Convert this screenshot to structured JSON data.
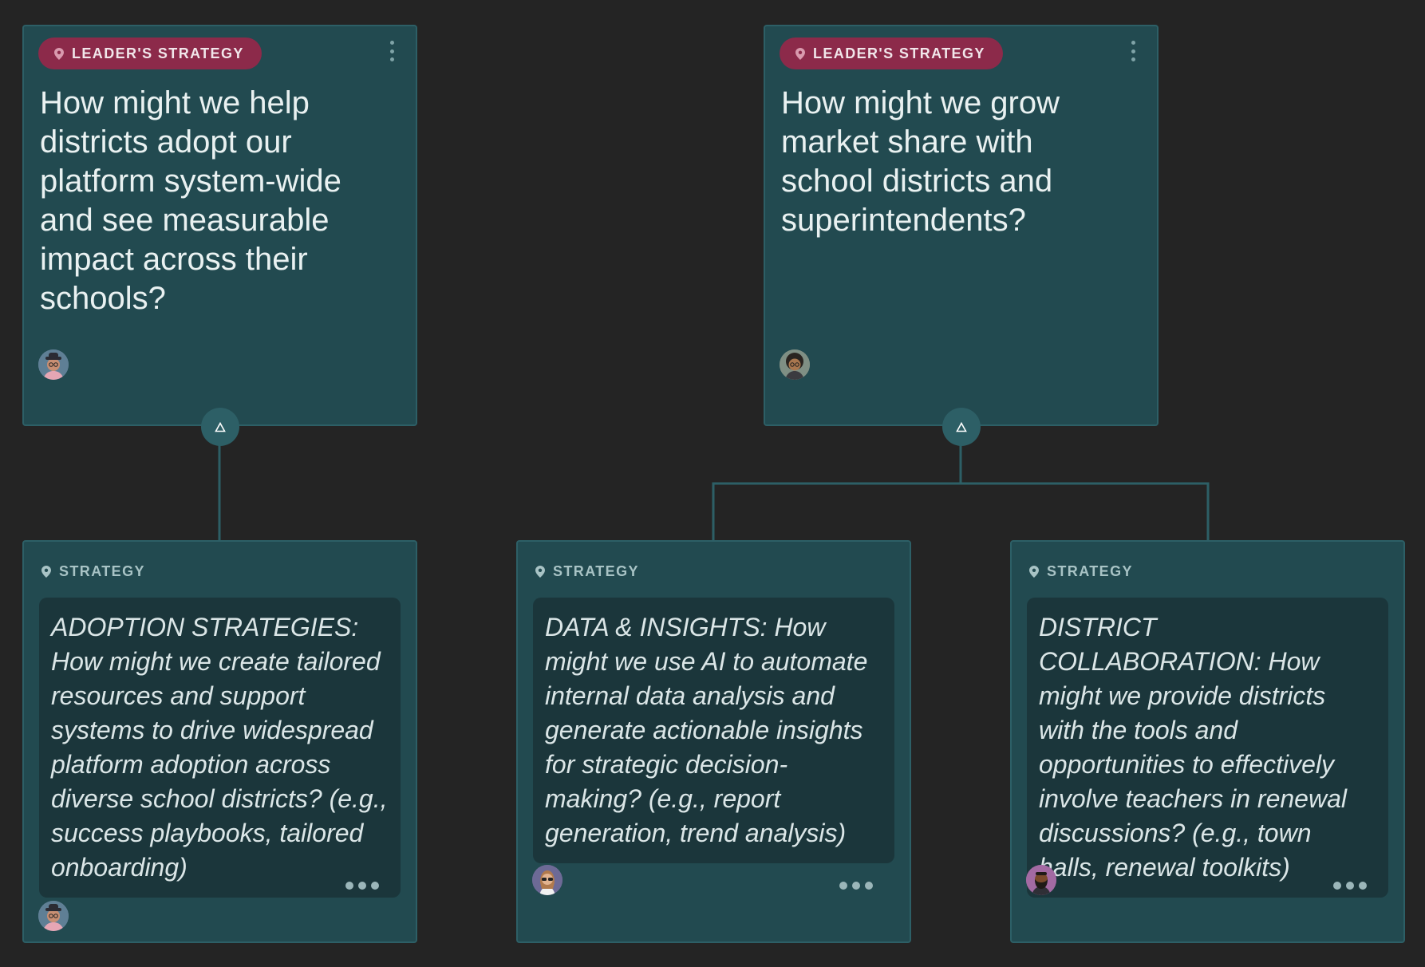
{
  "leaders": [
    {
      "tag": "LEADER'S STRATEGY",
      "title": "How might we help districts adopt our platform system-wide and see measurable impact across their schools?",
      "avatar_icon": "person-glasses-hat-avatar"
    },
    {
      "tag": "LEADER'S STRATEGY",
      "title": "How might we grow market share with school districts and superintendents?",
      "avatar_icon": "person-curly-hair-glasses-avatar"
    }
  ],
  "strategies": [
    {
      "tag": "STRATEGY",
      "text": "ADOPTION STRATEGIES: How might we create tailored resources and support systems to drive widespread platform adoption across diverse school districts? (e.g., success playbooks, tailored onboarding)",
      "avatar_icon": "person-glasses-hat-avatar"
    },
    {
      "tag": "STRATEGY",
      "text": "DATA & INSIGHTS: How might we use AI to automate internal data analysis and generate actionable insights for strategic decision-making? (e.g., report generation, trend analysis)",
      "avatar_icon": "person-sunglasses-avatar"
    },
    {
      "tag": "STRATEGY",
      "text": "DISTRICT COLLABORATION: How might we provide districts with the tools and opportunities to effectively involve teachers in renewal discussions? (e.g., town halls, renewal toolkits)",
      "avatar_icon": "person-beard-avatar"
    }
  ],
  "colors": {
    "background": "#242424",
    "card": "#224a50",
    "card_border": "#2d5f66",
    "leader_tag": "#8c2a4a",
    "strategy_body": "#1b363b",
    "connector": "#2d5f66"
  }
}
